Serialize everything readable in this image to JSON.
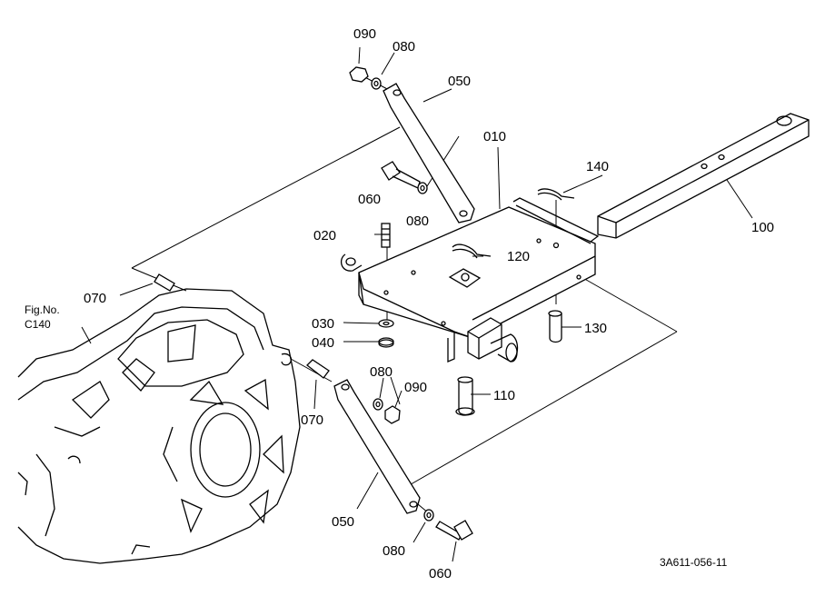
{
  "diagram": {
    "figure_reference": {
      "line1": "Fig.No.",
      "line2": "C140"
    },
    "drawing_code": "3A611-056-11",
    "part_labels": {
      "p010": "010",
      "p020": "020",
      "p030": "030",
      "p040": "040",
      "p050_top": "050",
      "p050_bottom": "050",
      "p060_top": "060",
      "p060_bottom": "060",
      "p070_top": "070",
      "p070_bottom": "070",
      "p080_top": "080",
      "p080_mid": "080",
      "p080_low": "080",
      "p080_bottom": "080",
      "p090_top": "090",
      "p090_low": "090",
      "p100": "100",
      "p110": "110",
      "p120": "120",
      "p130": "130",
      "p140": "140"
    }
  }
}
